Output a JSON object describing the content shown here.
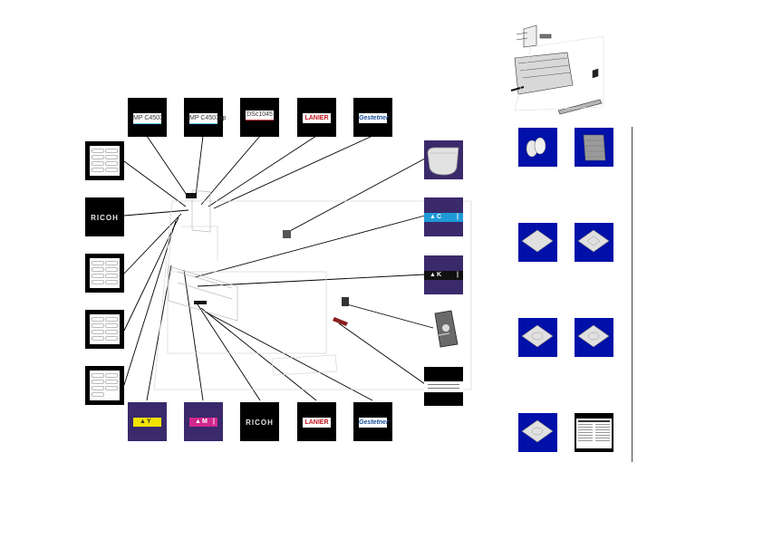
{
  "labels": {
    "model_1": "MP C4503",
    "model_2": "MP C4503sp",
    "model_3": "DSc1045",
    "brand_lanier_top": "LANIER",
    "brand_gestetner_top": "Gestetner",
    "brand_ricoh_left": "RICOH",
    "toner_c": "C",
    "toner_k": "K",
    "toner_y": "Y",
    "toner_m": "M",
    "brand_ricoh_bottom": "RICOH",
    "brand_lanier_bottom": "LANIER",
    "brand_gestetner_bottom": "Gestetner"
  },
  "colors": {
    "tile_black": "#000000",
    "tile_purple": "#3a2a6b",
    "tile_blue": "#0010a8",
    "cyan_band": "#1e9ad6",
    "yellow_band": "#f2e200",
    "magenta_band": "#d2288e",
    "lanier_red": "#c4141b",
    "gestetner_blue": "#1a4e9c"
  }
}
